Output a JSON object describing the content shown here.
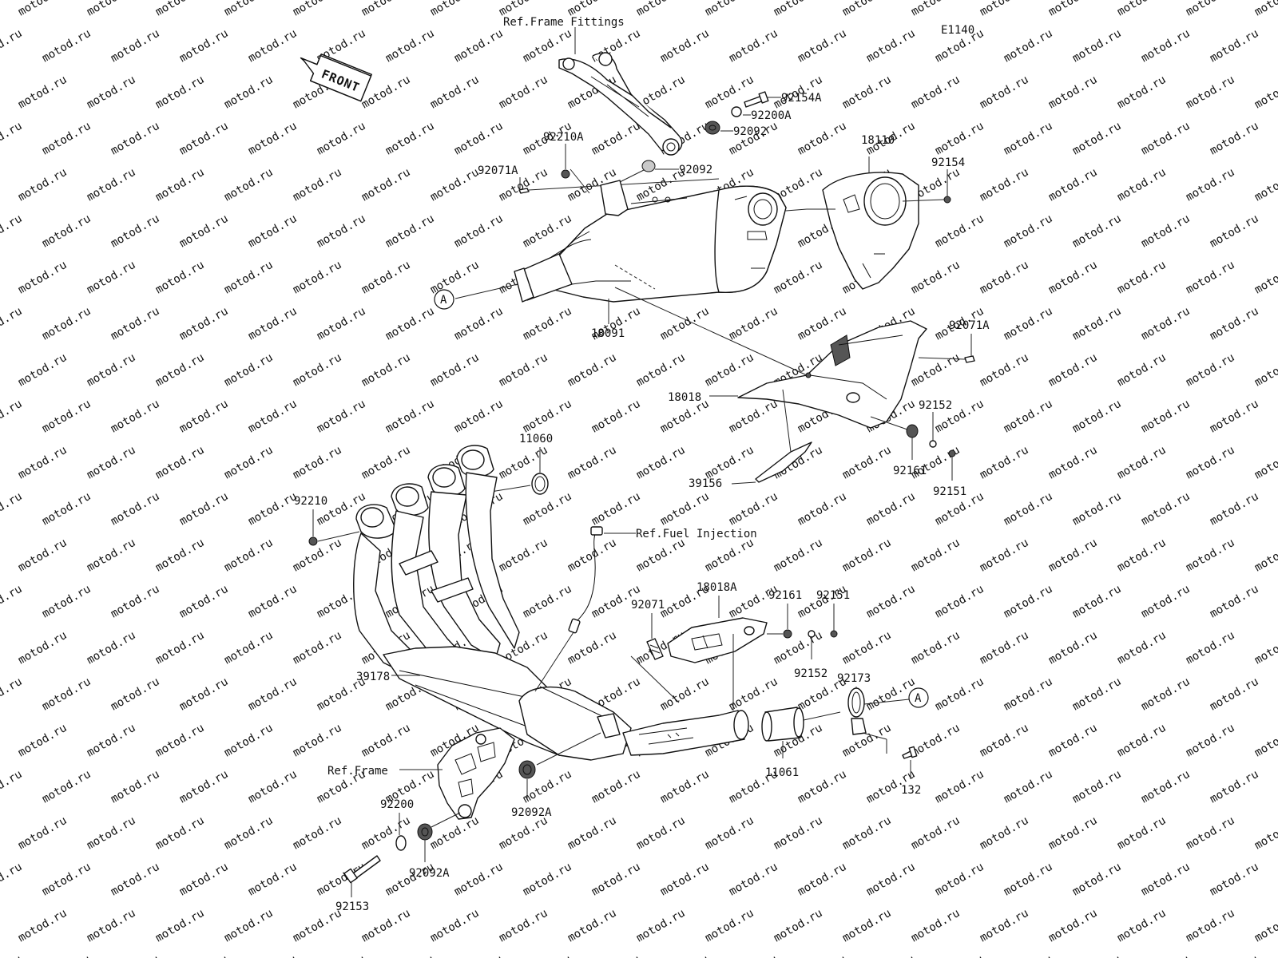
{
  "diagram_code": "E1140",
  "front_label": "FRONT",
  "callout_marker": "A",
  "watermark": "motod.ru",
  "refs": {
    "frame_fittings": "Ref.Frame Fittings",
    "fuel_injection": "Ref.Fuel Injection",
    "frame": "Ref.Frame"
  },
  "parts": {
    "p92154A": "92154A",
    "p92200A": "92200A",
    "p92092_a": "92092",
    "p92092_b": "92092",
    "p92210A": "92210A",
    "p92071A_left": "92071A",
    "p18110": "18110",
    "p92154": "92154",
    "p18091": "18091",
    "p92071A_right": "92071A",
    "p18018": "18018",
    "p92152_upper": "92152",
    "p92161_upper": "92161",
    "p92151_upper": "92151",
    "p39156": "39156",
    "p11060": "11060",
    "p92210": "92210",
    "p18018A": "18018A",
    "p92071": "92071",
    "p92161_lower": "92161",
    "p92151_lower": "92151",
    "p92152_lower": "92152",
    "p92173": "92173",
    "p39178": "39178",
    "p11061": "11061",
    "p132": "132",
    "p92092A_mid": "92092A",
    "p92200": "92200",
    "p92092A_low": "92092A",
    "p92153": "92153"
  }
}
